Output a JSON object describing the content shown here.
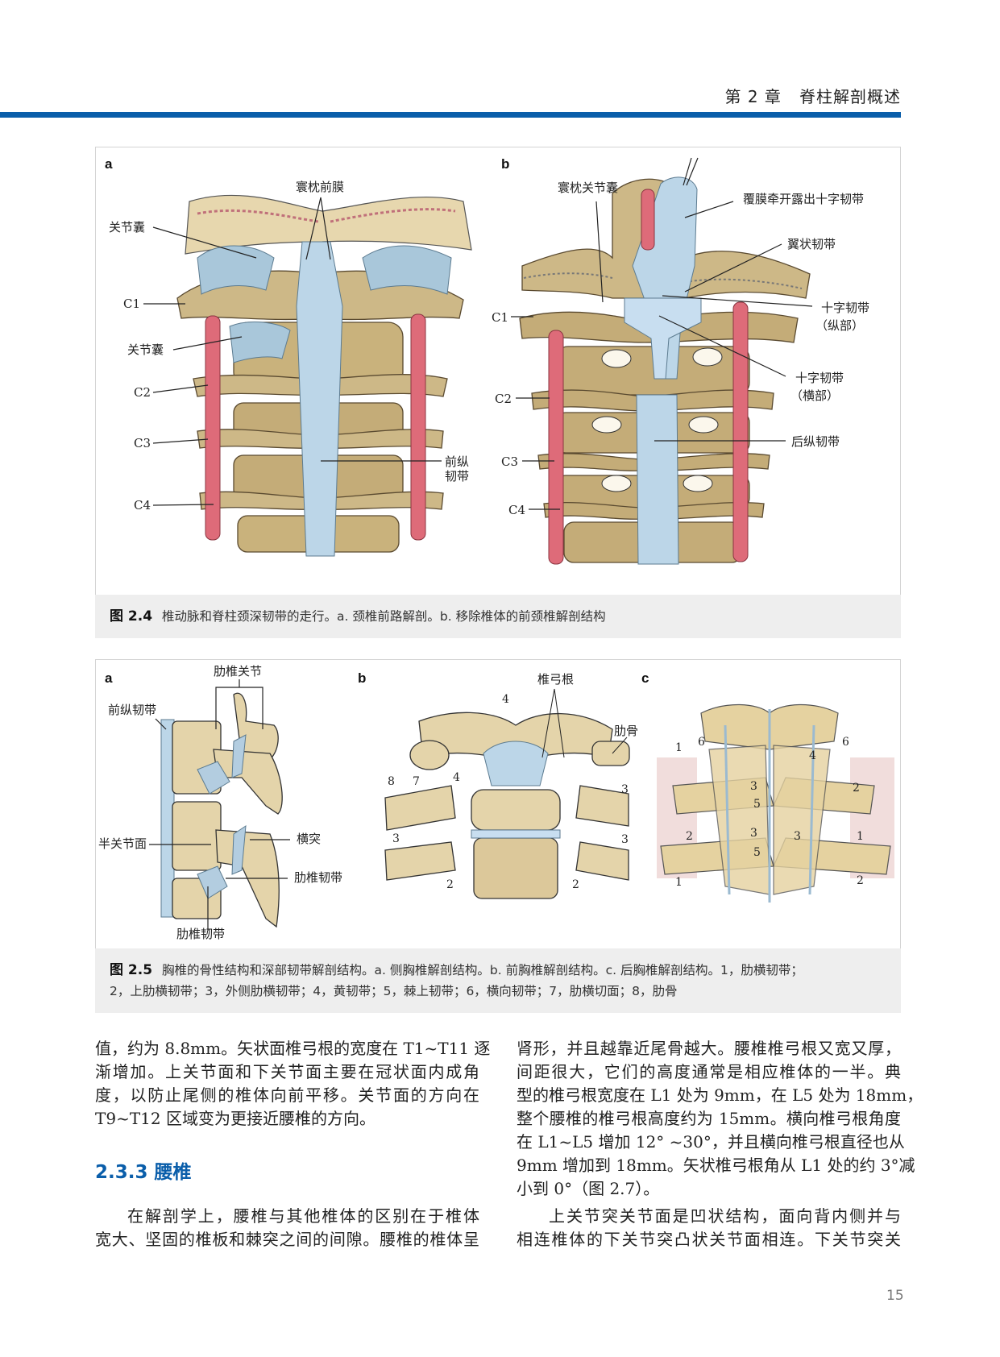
{
  "header": {
    "chapter": "第 2 章",
    "title": "脊柱解剖概述"
  },
  "colors": {
    "accent": "#0a5eaa",
    "bone": "#d9c48e",
    "ligament": "#b9d3e4",
    "artery": "#d9606e",
    "caption_bg": "#eeeeee"
  },
  "figure_2_4": {
    "panel_a": {
      "letter": "a",
      "labels": {
        "atlanto_occipital_membrane": "寰枕前膜",
        "capsule_1": "关节囊",
        "c1": "C1",
        "capsule_2": "关节囊",
        "c2": "C2",
        "c3": "C3",
        "c4": "C4",
        "all_line1": "前纵",
        "all_line2": "韧带"
      }
    },
    "panel_b": {
      "letter": "b",
      "labels": {
        "ao_capsule": "寰枕关节囊",
        "tectorial": "覆膜牵开露出十字韧带",
        "alar": "翼状韧带",
        "cruciate_long": "十字韧带",
        "cruciate_long_sub": "（纵部）",
        "c1": "C1",
        "cruciate_trans": "十字韧带",
        "cruciate_trans_sub": "（横部）",
        "c2": "C2",
        "pll": "后纵韧带",
        "c3": "C3",
        "c4": "C4"
      }
    },
    "caption": {
      "number": "图 2.4",
      "text": "椎动脉和脊柱颈深韧带的走行。a. 颈椎前路解剖。b. 移除椎体的前颈椎解剖结构"
    }
  },
  "figure_2_5": {
    "panel_a": {
      "letter": "a",
      "labels": {
        "costovertebral_joint": "肋椎关节",
        "all": "前纵韧带",
        "demifacet": "半关节面",
        "transverse": "横突",
        "cv_ligament_1": "肋椎韧带",
        "cv_ligament_2": "肋椎韧带"
      }
    },
    "panel_b": {
      "letter": "b",
      "labels": {
        "pedicle": "椎弓根",
        "rib": "肋骨"
      },
      "numbers": [
        "4",
        "7",
        "4",
        "8",
        "3",
        "3",
        "3",
        "2",
        "2"
      ]
    },
    "panel_c": {
      "letter": "c",
      "numbers": [
        "6",
        "1",
        "6",
        "4",
        "3",
        "2",
        "5",
        "3",
        "2",
        "3",
        "1",
        "5",
        "1",
        "2"
      ]
    },
    "caption": {
      "number": "图 2.5",
      "line1": "胸椎的骨性结构和深部韧带解剖结构。a. 侧胸椎解剖结构。b. 前胸椎解剖结构。c. 后胸椎解剖结构。1，肋横韧带；",
      "line2": "2，上肋横韧带；3，外侧肋横韧带；4，黄韧带；5，棘上韧带；6，横向韧带；7，肋横切面；8，肋骨"
    }
  },
  "body": {
    "left_lines": [
      "值，约为 8.8mm。矢状面椎弓根的宽度在 T1~T11 逐",
      "渐增加。上关节面和下关节面主要在冠状面内成角",
      "度，以防止尾侧的椎体向前平移。关节面的方向在",
      "T9~T12 区域变为更接近腰椎的方向。"
    ],
    "heading": "2.3.3  腰椎",
    "left_para2": [
      "在解剖学上，腰椎与其他椎体的区别在于椎体",
      "宽大、坚固的椎板和棘突之间的间隙。腰椎的椎体呈"
    ],
    "right_lines": [
      "肾形，并且越靠近尾骨越大。腰椎椎弓根又宽又厚，",
      "间距很大，它们的高度通常是相应椎体的一半。典",
      "型的椎弓根宽度在 L1 处为 9mm，在 L5 处为 18mm，",
      "整个腰椎的椎弓根高度约为 15mm。横向椎弓根角度",
      "在 L1~L5 增加 12° ~30°，并且横向椎弓根直径也从",
      "9mm 增加到 18mm。矢状椎弓根角从 L1 处的约 3°减",
      "小到 0°（图 2.7）。"
    ],
    "right_para2": [
      "上关节突关节面是凹状结构，面向背内侧并与",
      "相连椎体的下关节突凸状关节面相连。下关节突关"
    ]
  },
  "page_number": "15"
}
